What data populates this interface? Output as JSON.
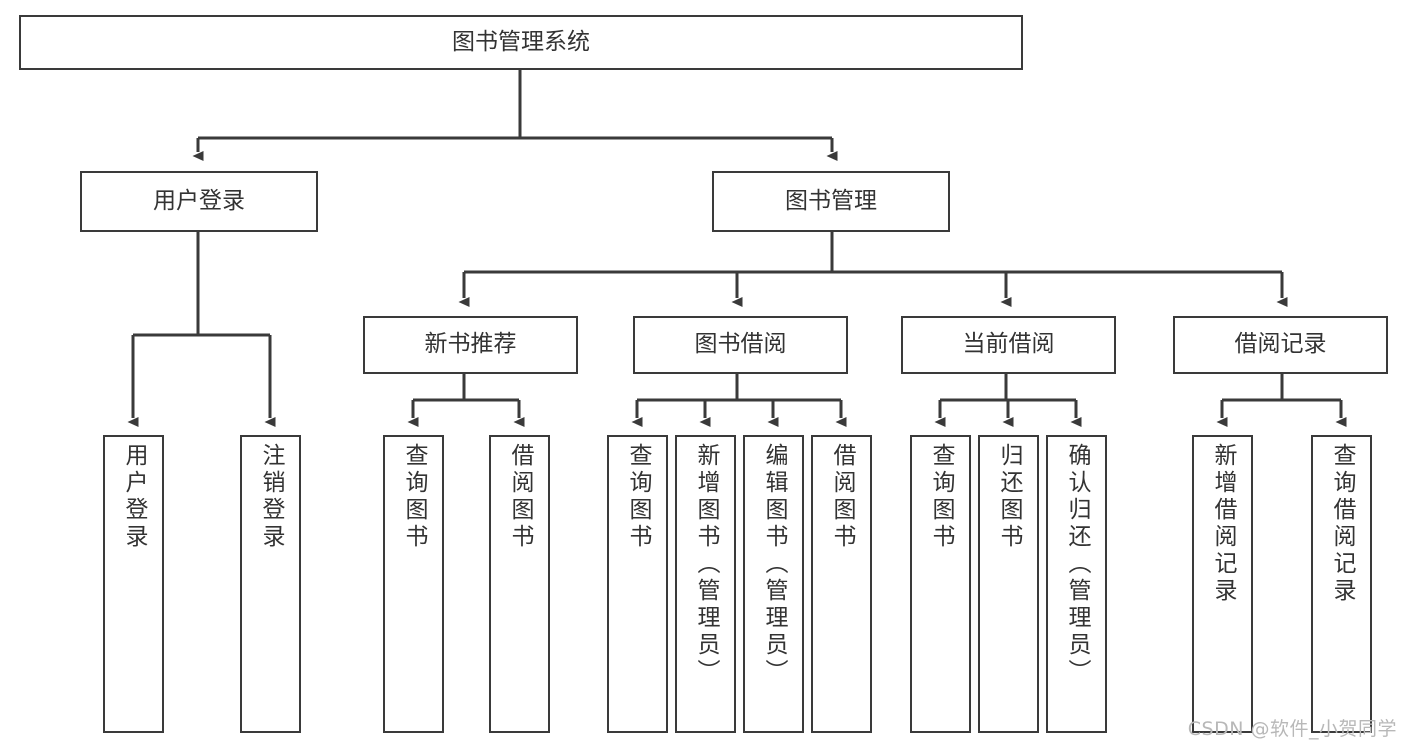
{
  "diagram": {
    "title": "图书管理系统",
    "watermark": "CSDN @软件_小贺同学",
    "line_color": "#3a3a3a",
    "box_fill": "#ffffff",
    "text_color": "#333333",
    "watermark_color": "#b8b8b8"
  },
  "nodes": {
    "root": {
      "label": "图书管理系统"
    },
    "level2": [
      {
        "label": "用户登录"
      },
      {
        "label": "图书管理"
      }
    ],
    "level3": [
      {
        "label": "新书推荐"
      },
      {
        "label": "图书借阅"
      },
      {
        "label": "当前借阅"
      },
      {
        "label": "借阅记录"
      }
    ],
    "leaves_user_login": [
      {
        "label": "用户登录"
      },
      {
        "label": "注销登录"
      }
    ],
    "leaves_new_book": [
      {
        "label": "查询图书"
      },
      {
        "label": "借阅图书"
      }
    ],
    "leaves_borrow": [
      {
        "label": "查询图书"
      },
      {
        "label": "新增图书（管理员）"
      },
      {
        "label": "编辑图书（管理员）"
      },
      {
        "label": "借阅图书"
      }
    ],
    "leaves_current": [
      {
        "label": "查询图书"
      },
      {
        "label": "归还图书"
      },
      {
        "label": "确认归还（管理员）"
      }
    ],
    "leaves_record": [
      {
        "label": "新增借阅记录"
      },
      {
        "label": "查询借阅记录"
      }
    ]
  }
}
